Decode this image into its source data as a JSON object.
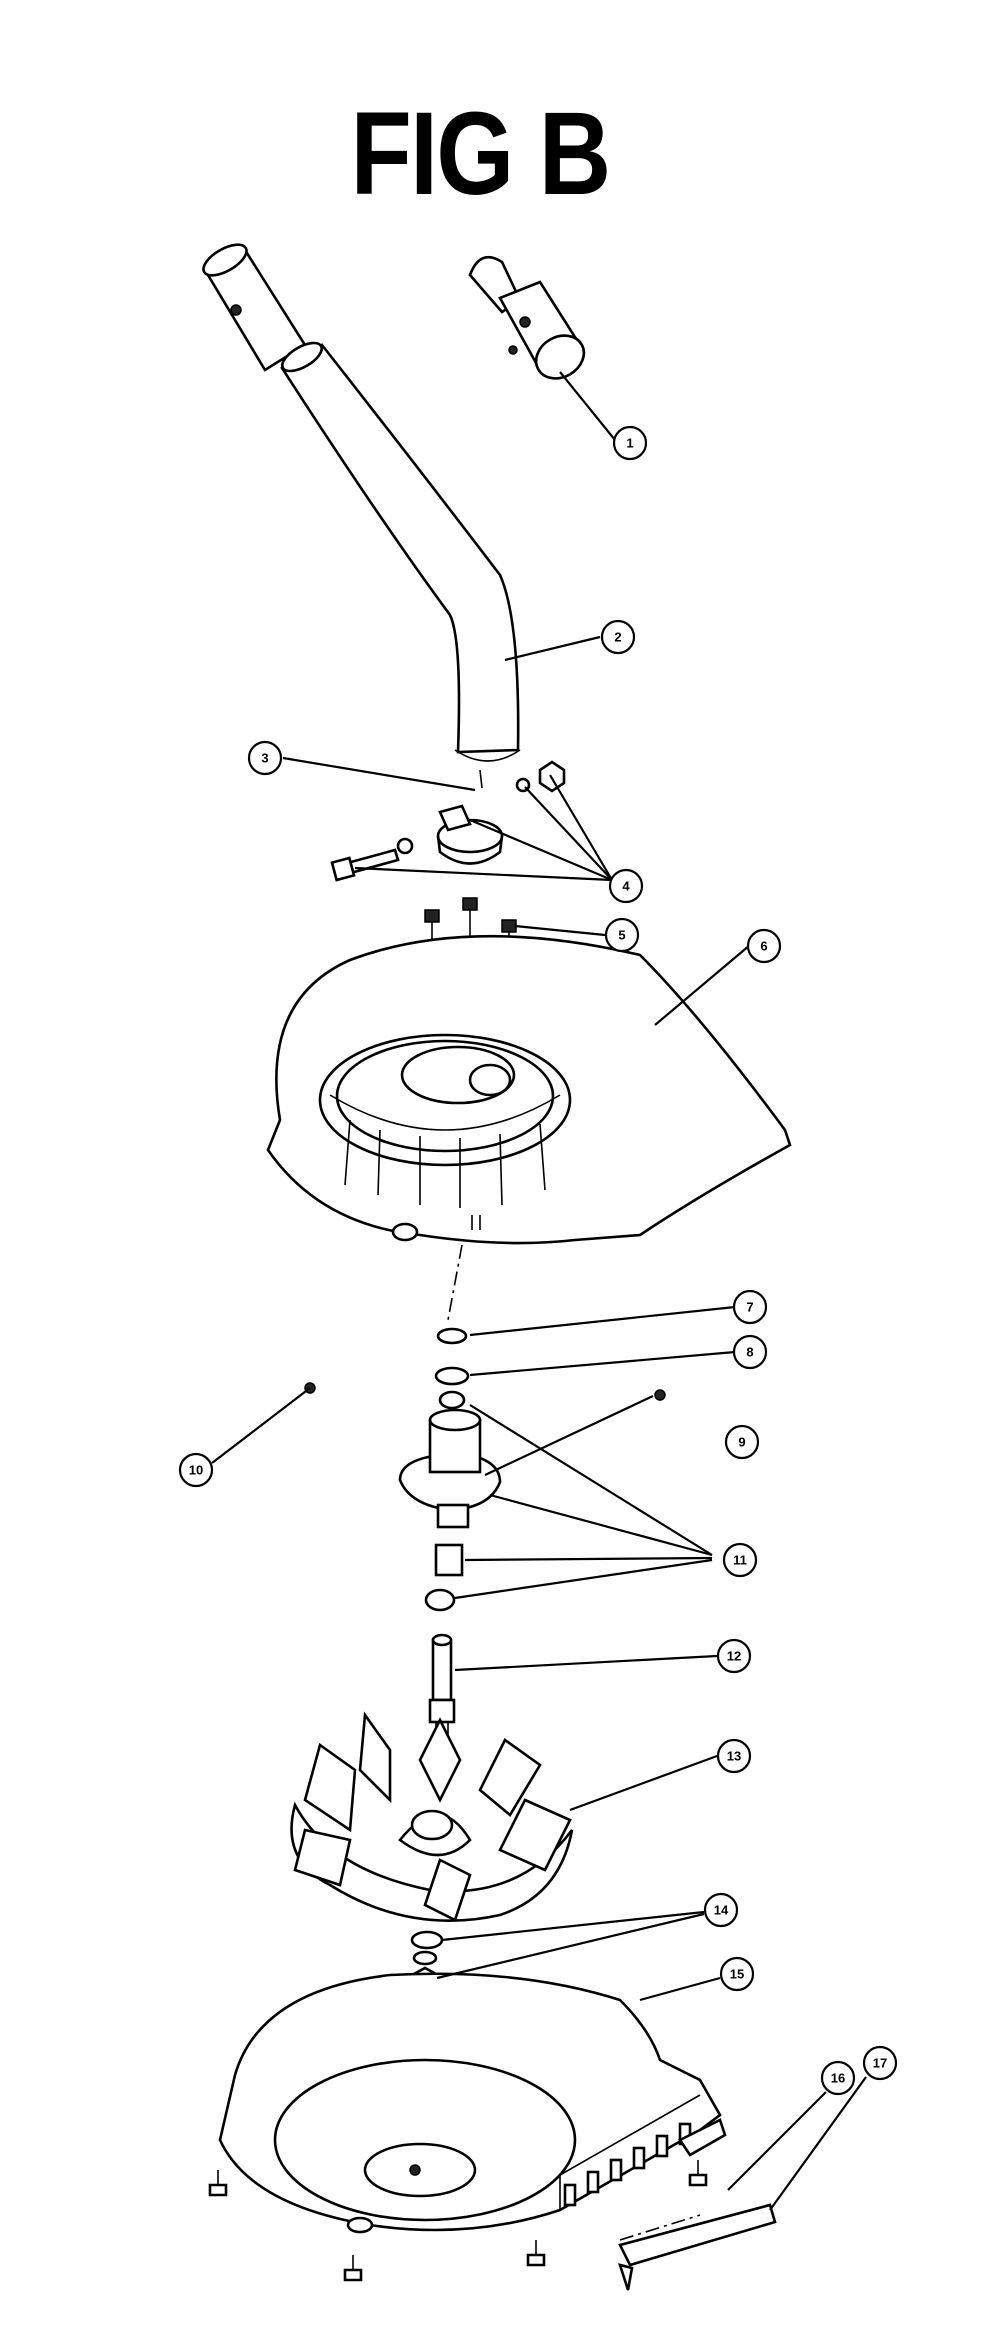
{
  "figure": {
    "title": "FIG B"
  },
  "callouts": [
    {
      "label": "1"
    },
    {
      "label": "2"
    },
    {
      "label": "3"
    },
    {
      "label": "4"
    },
    {
      "label": "5"
    },
    {
      "label": "6"
    },
    {
      "label": "7"
    },
    {
      "label": "8"
    },
    {
      "label": "9"
    },
    {
      "label": "10"
    },
    {
      "label": "11"
    },
    {
      "label": "12"
    },
    {
      "label": "13"
    },
    {
      "label": "14"
    },
    {
      "label": "15"
    },
    {
      "label": "16"
    },
    {
      "label": "17"
    }
  ]
}
